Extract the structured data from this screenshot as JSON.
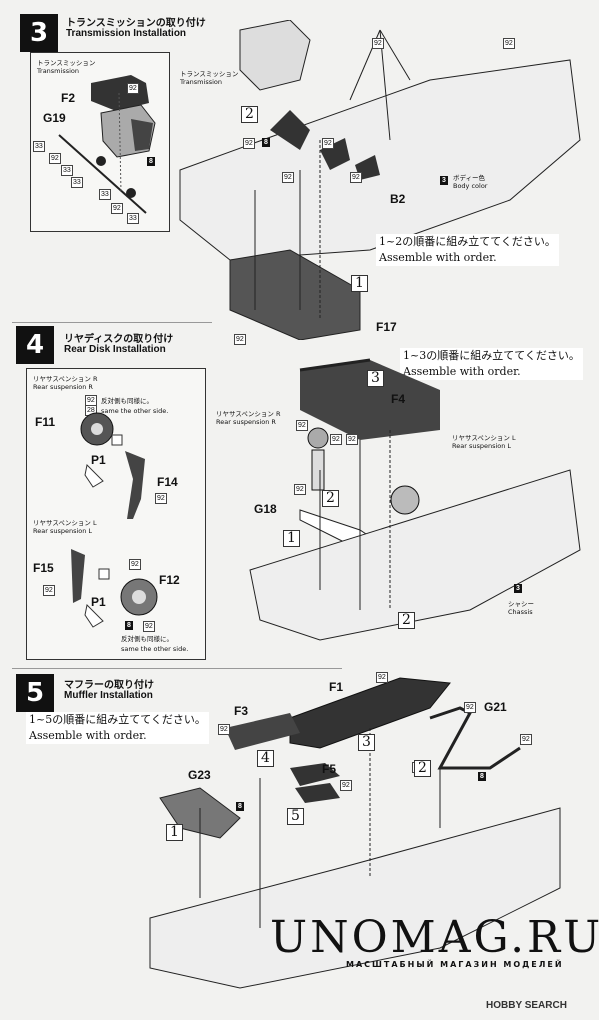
{
  "steps": [
    {
      "number": "3",
      "title_jp": "トランスミッションの取り付け",
      "title_en": "Transmission Installation"
    },
    {
      "number": "4",
      "title_jp": "リヤディスクの取り付け",
      "title_en": "Rear Disk Installation"
    },
    {
      "number": "5",
      "title_jp": "マフラーの取り付け",
      "title_en": "Muffler Installation"
    }
  ],
  "step3": {
    "inset_label_jp": "トランスミッション",
    "inset_label_en": "Transmission",
    "callout_jp": "トランスミッション",
    "callout_en": "Transmission",
    "parts": [
      "F2",
      "G19",
      "B2",
      "F17"
    ],
    "color_code": "3",
    "color_jp": "ボディー色",
    "color_en": "Body color",
    "note_jp": "1~2の順番に組み立ててください。",
    "note_en": "Assemble with order.",
    "codes": [
      "92",
      "33",
      "8"
    ],
    "seq": [
      "1",
      "2"
    ]
  },
  "step4": {
    "inset_top_jp": "リヤサスペンション R",
    "inset_top_en": "Rear suspension R",
    "inset_bottom_jp": "リヤサスペンション L",
    "inset_bottom_en": "Rear suspension L",
    "same_jp": "反対側も同様に。",
    "same_en": "same the other side.",
    "parts": [
      "F11",
      "F14",
      "F15",
      "F12",
      "P1",
      "F4",
      "G18"
    ],
    "codes": [
      "92",
      "28",
      "8"
    ],
    "main_r_jp": "リヤサスペンション R",
    "main_r_en": "Rear suspension R",
    "main_l_jp": "リヤサスペンション L",
    "main_l_en": "Rear suspension L",
    "note_jp": "1~3の順番に組み立ててください。",
    "note_en": "Assemble with order.",
    "chassis_code": "3",
    "chassis_jp": "シャシー",
    "chassis_en": "Chassis",
    "seq": [
      "1",
      "2",
      "3"
    ]
  },
  "step5": {
    "note_jp": "1~5の順番に組み立ててください。",
    "note_en": "Assemble with order.",
    "parts": [
      "F1",
      "F3",
      "F5",
      "G21",
      "G23"
    ],
    "codes": [
      "92",
      "8"
    ],
    "seq": [
      "1",
      "2",
      "3",
      "4",
      "5"
    ]
  },
  "watermark": {
    "main": "UNOMAG.RU",
    "sub": "МАСШТАБНЫЙ МАГАЗИН МОДЕЛЕЙ",
    "credit": "HOBBY SEARCH"
  }
}
